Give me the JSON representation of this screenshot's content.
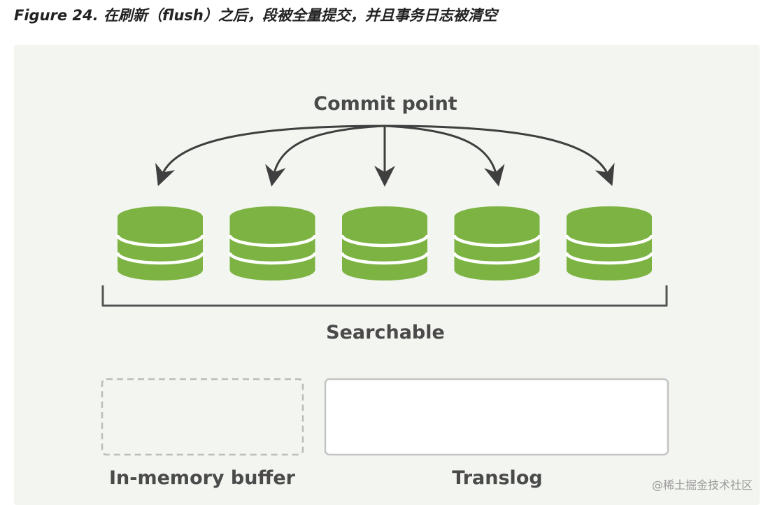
{
  "caption": "Figure 24. 在刷新（flush）之后，段被全量提交，并且事务日志被清空",
  "diagram": {
    "commit_label": "Commit point",
    "searchable_label": "Searchable",
    "buffer_label": "In-memory buffer",
    "translog_label": "Translog",
    "segment_count": 5,
    "segment_color": "#7cb342",
    "stripe_color": "#ffffff",
    "arrow_color": "#3f3f3f",
    "buffer_border": "dashed",
    "translog_border": "solid"
  },
  "watermark": "@稀土掘金技术社区"
}
